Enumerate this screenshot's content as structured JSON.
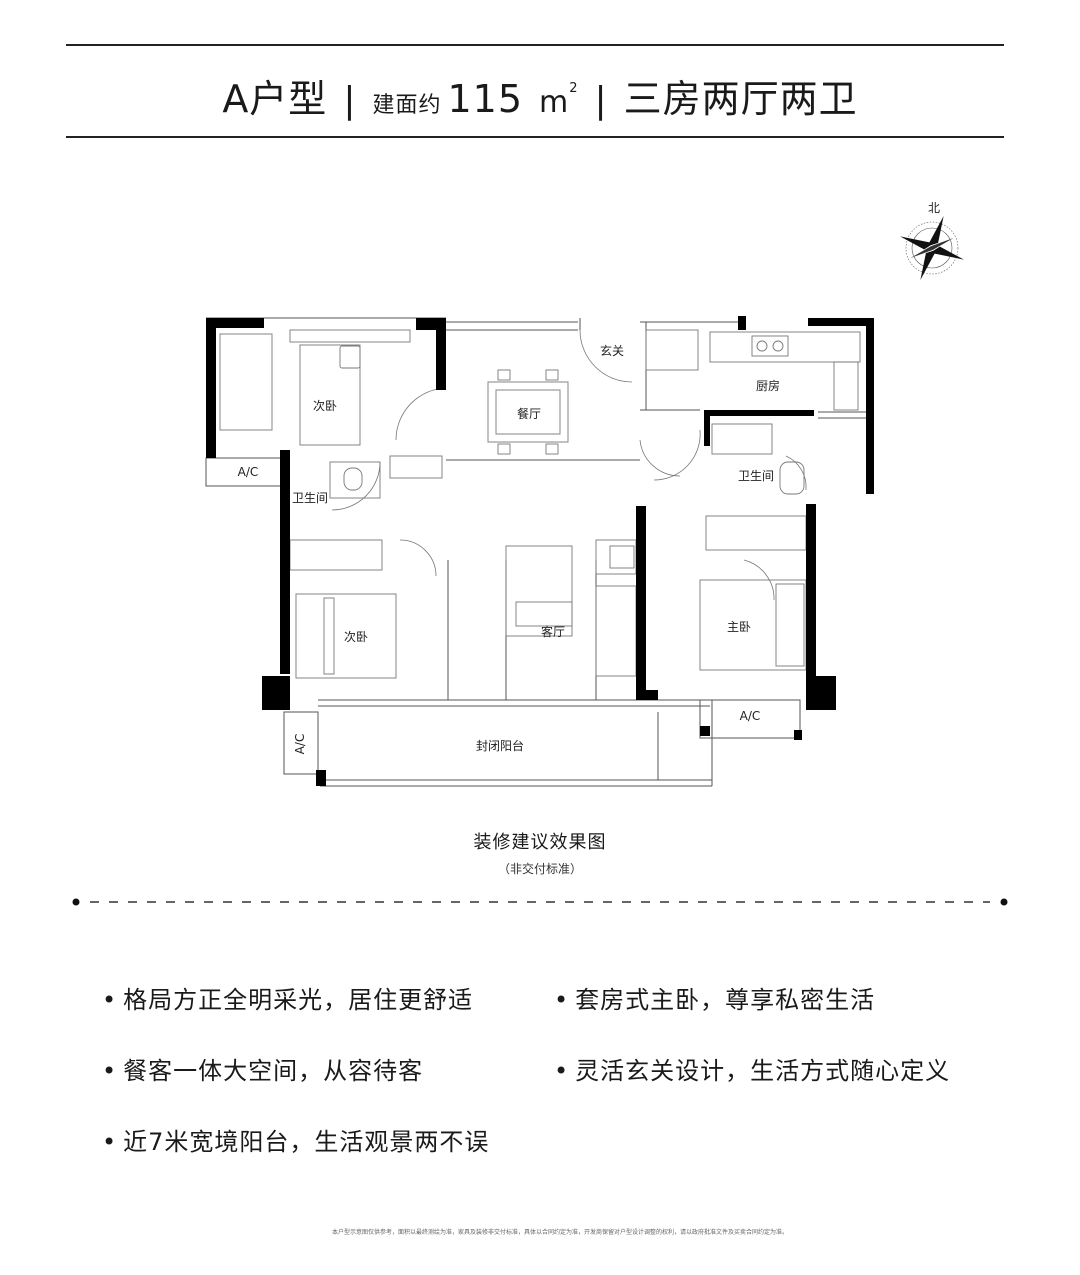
{
  "header": {
    "type": "A户型",
    "sep1": "|",
    "area_label": "建面约",
    "area_value": "115",
    "area_unit": "m",
    "area_unit_sup": "2",
    "sep2": "|",
    "layout": "三房两厅两卫"
  },
  "compass": {
    "label": "北"
  },
  "plan": {
    "rooms": {
      "bedroom_nw": "次卧",
      "dining": "餐厅",
      "entry": "玄关",
      "kitchen": "厨房",
      "bath_right": "卫生间",
      "bath_left": "卫生间",
      "bedroom_sw": "次卧",
      "living": "客厅",
      "master": "主卧",
      "balcony": "封闭阳台"
    },
    "ac_top": "A/C",
    "ac_right": "A/C",
    "ac_left": "A/C"
  },
  "caption": {
    "main": "装修建议效果图",
    "sub": "（非交付标准）"
  },
  "features": [
    "格局方正全明采光，居住更舒适",
    "套房式主卧，尊享私密生活",
    "餐客一体大空间，从容待客",
    "灵活玄关设计，生活方式随心定义",
    "近7米宽境阳台，生活观景两不误"
  ],
  "footnote": "本户型示意图仅供参考，面积以最终测绘为准，家具及装修非交付标准，具体以合同约定为准，开发商保留对户型设计调整的权利，请以政府批准文件及买卖合同约定为准。"
}
